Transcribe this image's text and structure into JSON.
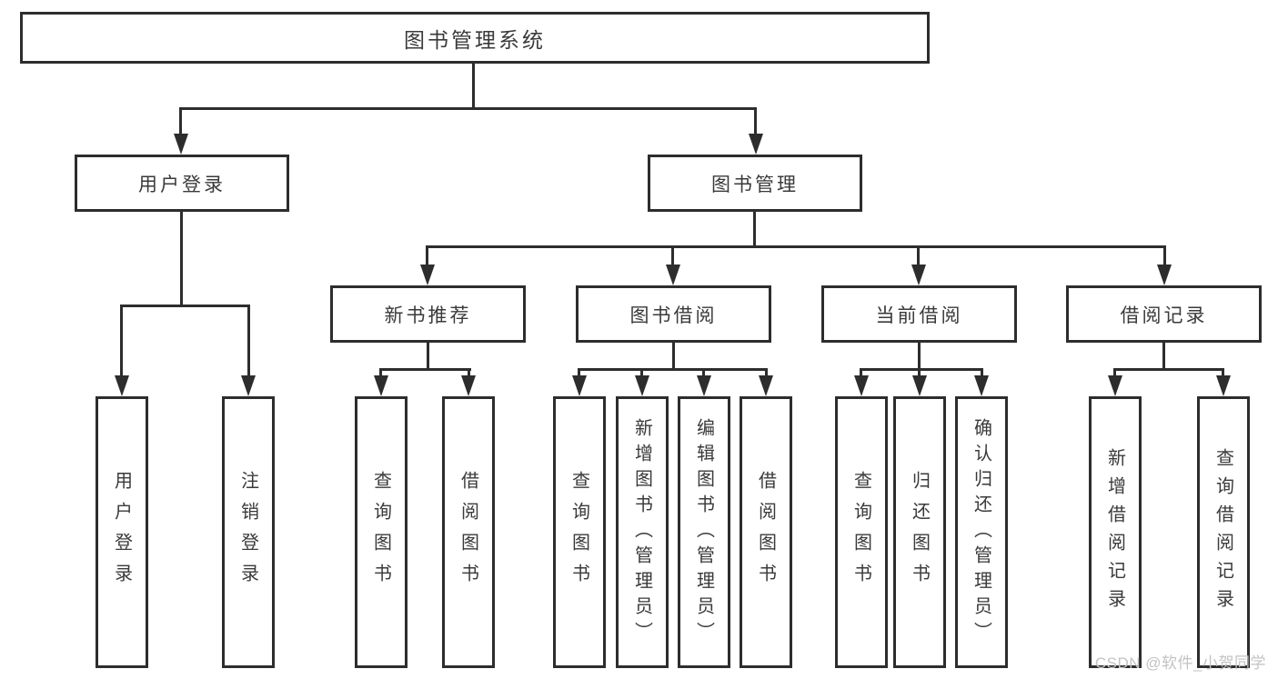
{
  "tree": {
    "root": {
      "label": "图书管理系统",
      "children": [
        {
          "label": "用户登录",
          "children": [
            {
              "label": "用户登录"
            },
            {
              "label": "注销登录"
            }
          ]
        },
        {
          "label": "图书管理",
          "children": [
            {
              "label": "新书推荐",
              "children": [
                {
                  "label": "查询图书"
                },
                {
                  "label": "借阅图书"
                }
              ]
            },
            {
              "label": "图书借阅",
              "children": [
                {
                  "label": "查询图书"
                },
                {
                  "label": "新增图书（管理员）"
                },
                {
                  "label": "编辑图书（管理员）"
                },
                {
                  "label": "借阅图书"
                }
              ]
            },
            {
              "label": "当前借阅",
              "children": [
                {
                  "label": "查询图书"
                },
                {
                  "label": "归还图书"
                },
                {
                  "label": "确认归还（管理员）"
                }
              ]
            },
            {
              "label": "借阅记录",
              "children": [
                {
                  "label": "新增借阅记录"
                },
                {
                  "label": "查询借阅记录"
                }
              ]
            }
          ]
        }
      ]
    }
  },
  "watermark": {
    "text": "CSDN @软件_小贺同学"
  },
  "colors": {
    "line": "#2d2d2d",
    "text": "#3a3a3a",
    "watermark": "#c3c3c3",
    "background": "#ffffff"
  }
}
